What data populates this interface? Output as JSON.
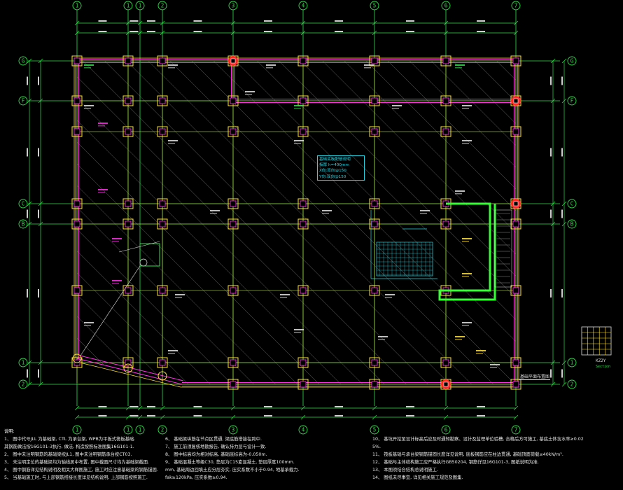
{
  "axis_labels": {
    "top": [
      "1",
      "1",
      "1",
      "2",
      "3",
      "4",
      "5",
      "6",
      "7"
    ],
    "bottom": [
      "1",
      "1",
      "1",
      "2",
      "3",
      "4",
      "5",
      "6",
      "7"
    ],
    "left": [
      "G",
      "F",
      "C",
      "B",
      "1",
      "2"
    ],
    "right": [
      "G",
      "F",
      "C",
      "B",
      "1",
      "2"
    ]
  },
  "sheet_title": "基础平面布置图",
  "detail_label": "KZ2Y",
  "detail_sub": "Section",
  "detail_box_lines": [
    "基础底板配筋说明",
    "板厚 h=400mm",
    "X向:双向@150",
    "Y向:双向@150"
  ],
  "notes": {
    "title": "说明:",
    "col1": [
      "1、 图中代号JLL 为基础梁, CTL 为承台梁, WPB为平板式筏板基础.",
      "     其钢筋做法按16G101-3执行, 做法, 构造按照标准图集16G101-1.",
      "2、 图中未注明钢筋的基础梁按JL1, 图中未注明钢筋承台按CT03.",
      "3、 未注明定位的基础梁均为轴线居中布置, 图中截面尺寸均为基础梁截面.",
      "4、 图中钢筋详见结构说明及相关大样图施工, 施工时应注意基础梁的钢筋锚固.",
      "5、 当基础施工时, 与上部钢筋搭接长度详见结构说明, 上部钢筋按照施工."
    ],
    "col2": [
      "6、 基础梁纵筋在节点区贯通, 梁底筋搭接在跨中.",
      "7、 施工前须复核地勘报告, 确认持力层与设计一致.",
      "8、 图中标高均为相对标高, 基础底标高为-0.050m.",
      "9、 基础混凝土等级C30, 垫层为C15素混凝土, 垫层厚度100mm.",
      "mm, 基础周边回填土应分层夯实, 压实系数不小于0.94, 地基承载力.",
      "fak≥120kPa, 压实系数≥0.94."
    ],
    "col3": [
      "10、 基坑开挖至设计标高后应及时通知勘察、设计及监理单位验槽, 合格后方可施工, 基底土体含水率≥0.02",
      "5%.",
      "11、 筏板基础与承台梁钢筋锚固长度详见说明, 底板钢筋应在柱边贯通, 基础顶面荷载≤40kN/m².",
      "12、 基础与主体结构施工应严格执行GB50204, 钢筋详见16G101-3, 图纸说明为准.",
      "13、 本图须结合结构总说明施工.",
      "14、 图纸未尽事宜, 详见相关施工规范及图集."
    ]
  }
}
